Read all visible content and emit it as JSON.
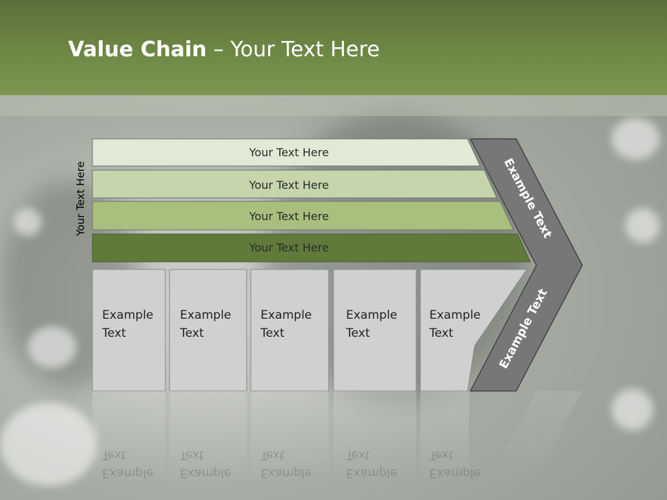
{
  "title": {
    "bold": "Value Chain",
    "rest": " – Your Text Here"
  },
  "side_label": "Your Text Here",
  "bars": [
    {
      "label": "Your Text Here",
      "color": "#e2ead6"
    },
    {
      "label": "Your Text Here",
      "color": "#c6d5ac"
    },
    {
      "label": "Your Text Here",
      "color": "#a9bf7e"
    },
    {
      "label": "Your Text Here",
      "color": "#5f7a3a"
    }
  ],
  "boxes": [
    {
      "line1": "Example",
      "line2": "Text"
    },
    {
      "line1": "Example",
      "line2": "Text"
    },
    {
      "line1": "Example",
      "line2": "Text"
    },
    {
      "line1": "Example",
      "line2": "Text"
    },
    {
      "line1": "Example",
      "line2": "Text"
    }
  ],
  "chevron": {
    "upper": "Example Text",
    "lower": "Example Text",
    "color": "#777777"
  },
  "colors": {
    "header": "#6f8a47",
    "box": "#d0d0d0"
  }
}
